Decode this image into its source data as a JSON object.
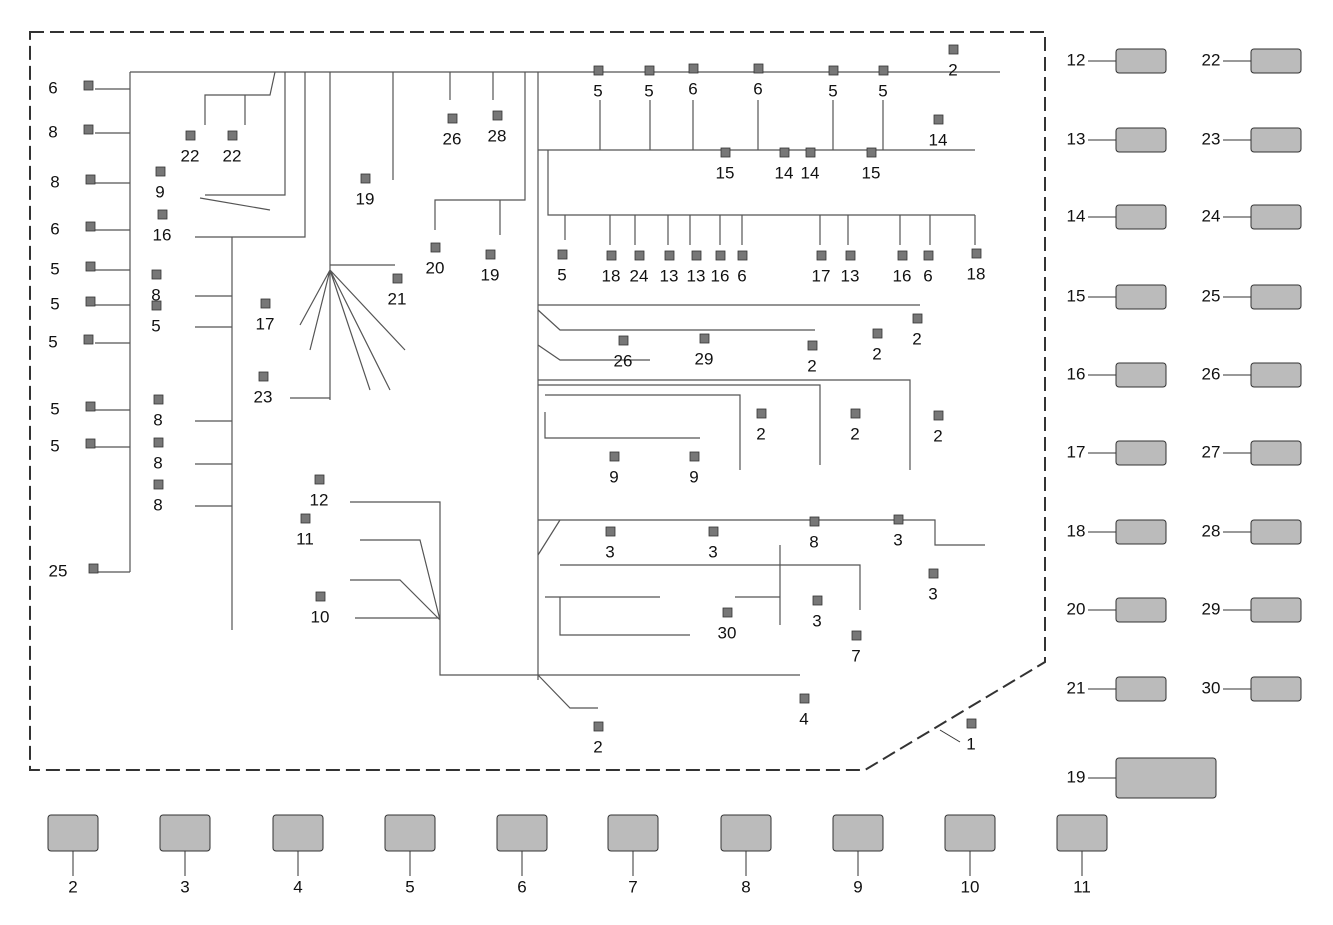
{
  "diagram": {
    "type": "wiring-harness-exploded-view",
    "line_color": "#555555",
    "boundary_style": "dashed",
    "callouts": [
      "6",
      "8",
      "8",
      "6",
      "5",
      "5",
      "5",
      "5",
      "5",
      "25",
      "22",
      "22",
      "9",
      "16",
      "8",
      "5",
      "17",
      "23",
      "8",
      "8",
      "8",
      "19",
      "26",
      "28",
      "20",
      "19",
      "21",
      "2",
      "5",
      "5",
      "6",
      "6",
      "5",
      "5",
      "14",
      "15",
      "14",
      "14",
      "15",
      "5",
      "18",
      "24",
      "13",
      "13",
      "16",
      "6",
      "17",
      "13",
      "16",
      "6",
      "18",
      "26",
      "29",
      "2",
      "2",
      "2",
      "2",
      "2",
      "2",
      "9",
      "9",
      "12",
      "11",
      "10",
      "3",
      "3",
      "8",
      "3",
      "3",
      "3",
      "7",
      "30",
      "4",
      "2",
      "1",
      "12",
      "22",
      "13",
      "23",
      "14",
      "24",
      "15",
      "25",
      "16",
      "26",
      "17",
      "27",
      "18",
      "28",
      "20",
      "29",
      "21",
      "30",
      "19",
      "2",
      "3",
      "4",
      "5",
      "6",
      "7",
      "8",
      "9",
      "10",
      "11"
    ]
  }
}
